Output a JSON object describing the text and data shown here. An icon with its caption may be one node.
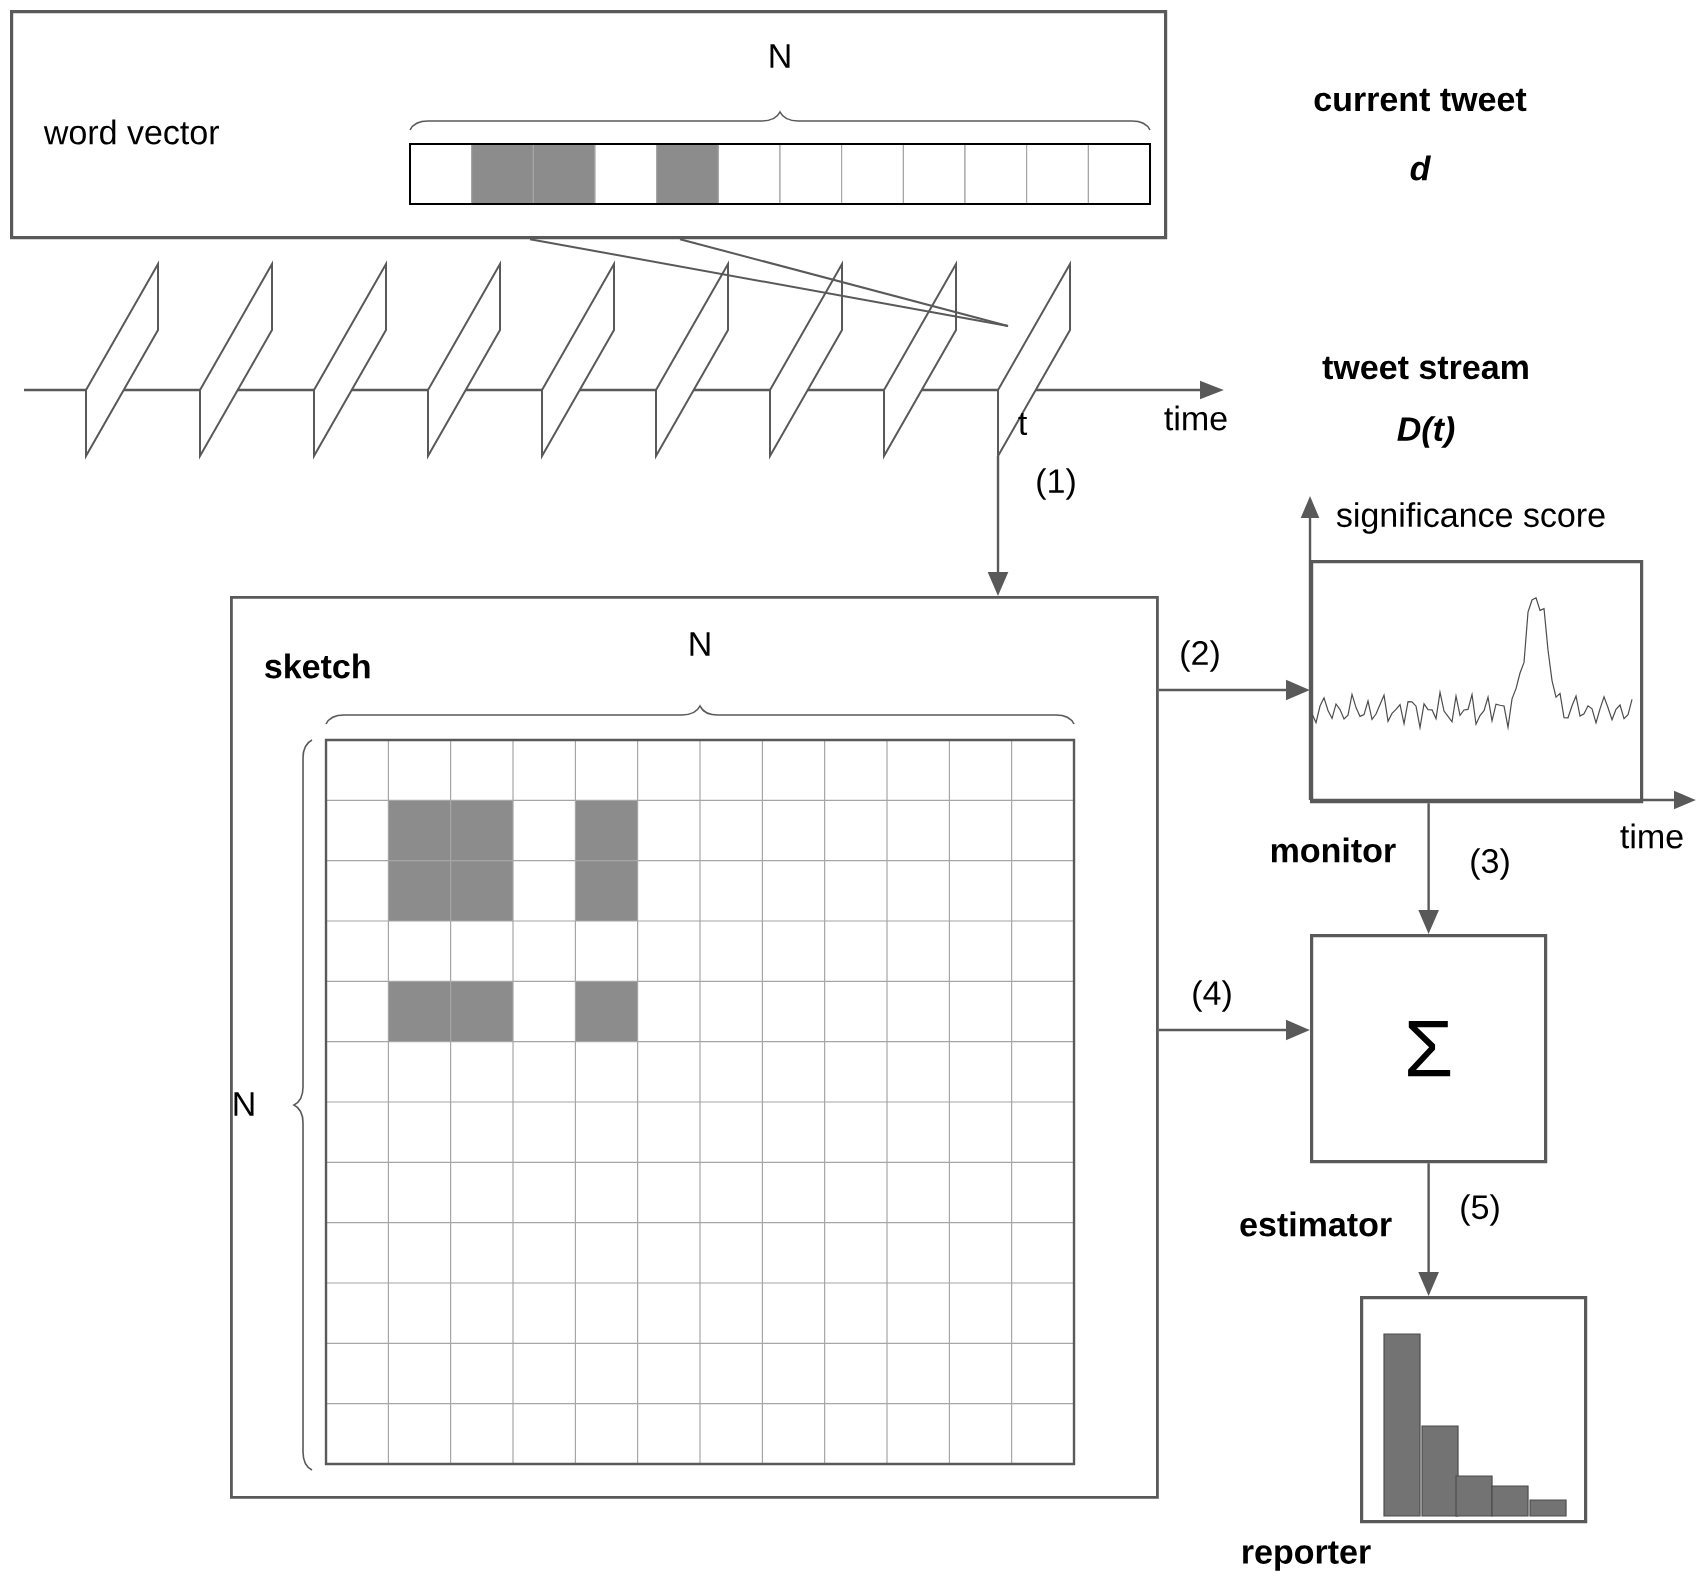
{
  "diagram": {
    "nodes": [
      {
        "text": [
          "word vector"
        ],
        "beside": [
          "current tweet",
          "d"
        ]
      },
      {
        "text": [],
        "shape": "parallelogram"
      },
      {
        "text": [
          "sketch"
        ]
      },
      {
        "text": [
          "monitor"
        ]
      },
      {
        "text": [
          "Σ",
          "estimator"
        ]
      },
      {
        "text": [
          "reporter"
        ]
      }
    ],
    "edges": [
      {
        "from": 0,
        "to": 1,
        "arrow": "none"
      },
      {
        "from": 0,
        "to": 1,
        "arrow": "none"
      },
      {
        "from": 1,
        "to": 2,
        "arrow": "to",
        "label": "(1)"
      },
      {
        "from": 2,
        "to": 3,
        "arrow": "to",
        "label": "(2)"
      },
      {
        "from": 3,
        "to": 4,
        "arrow": "to",
        "label": "(3)"
      },
      {
        "from": 2,
        "to": 4,
        "arrow": "to",
        "label": "(4)"
      },
      {
        "from": 4,
        "to": 5,
        "arrow": "to",
        "label": "(5)"
      }
    ],
    "labels": [
      "N",
      "t",
      "time",
      "tweet stream",
      "D(t)",
      "N",
      "N",
      "significance score",
      "time"
    ]
  }
}
